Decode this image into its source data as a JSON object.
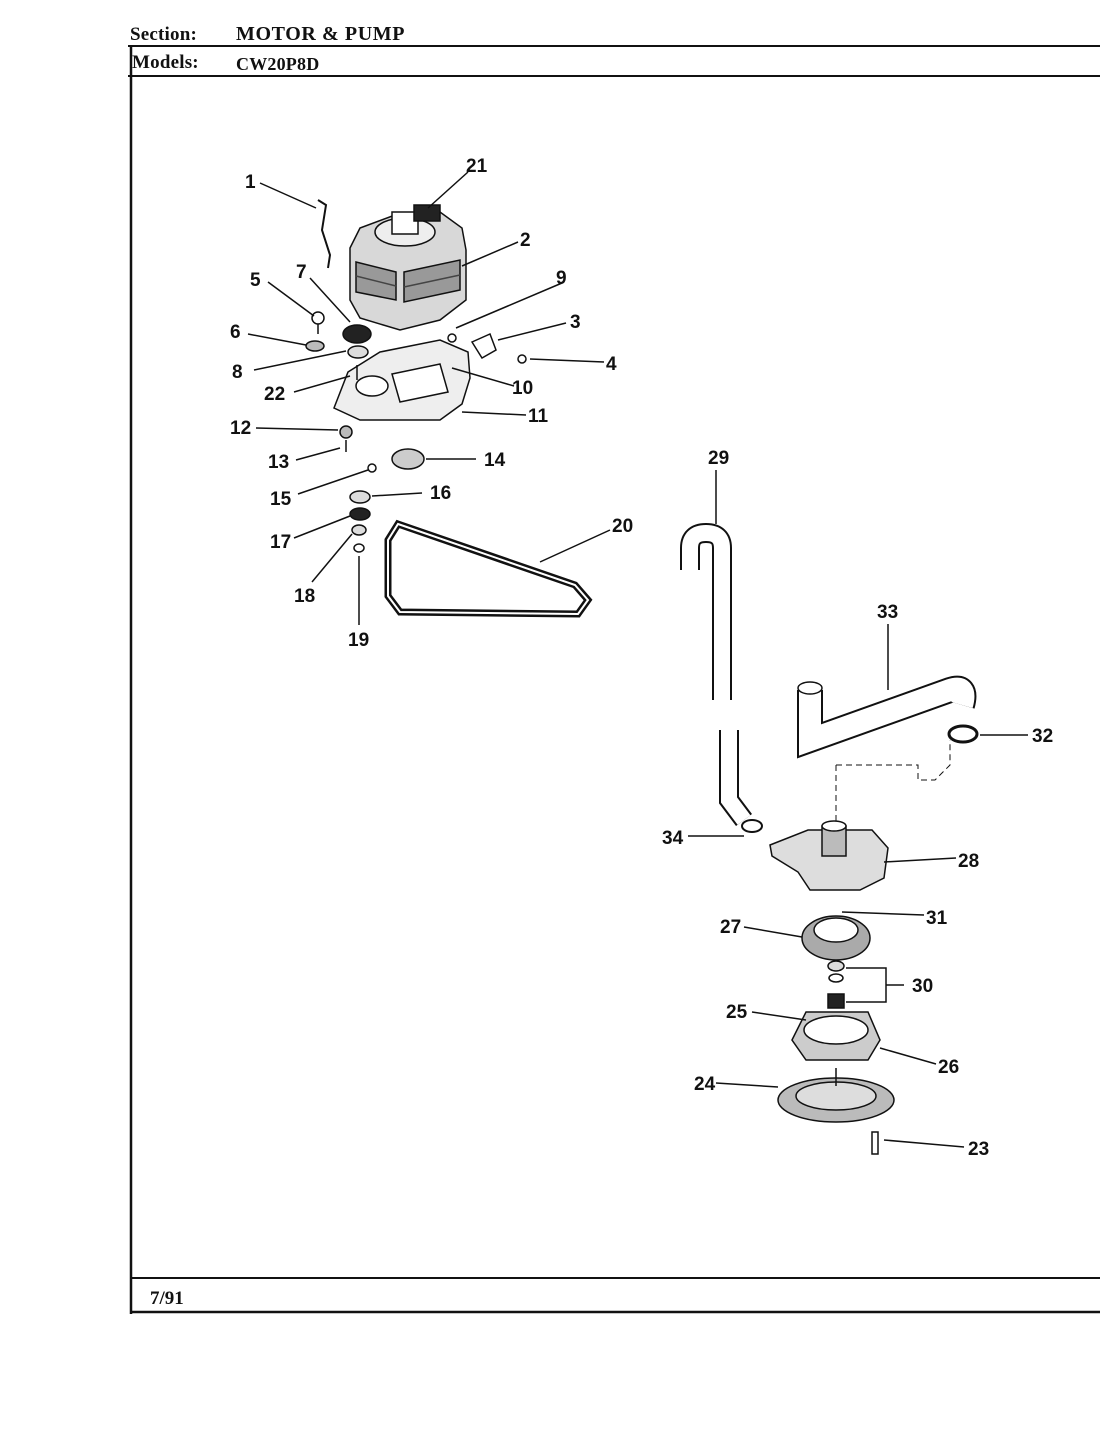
{
  "header": {
    "section_label": "Section:",
    "section_value": "MOTOR & PUMP",
    "models_label": "Models:",
    "models_value": "CW20P8D"
  },
  "footer": {
    "date": "7/91"
  },
  "callouts": [
    "1",
    "2",
    "3",
    "4",
    "5",
    "6",
    "7",
    "8",
    "9",
    "10",
    "11",
    "12",
    "13",
    "14",
    "15",
    "16",
    "17",
    "18",
    "19",
    "20",
    "21",
    "22",
    "23",
    "24",
    "25",
    "26",
    "27",
    "28",
    "29",
    "30",
    "31",
    "32",
    "33",
    "34"
  ]
}
